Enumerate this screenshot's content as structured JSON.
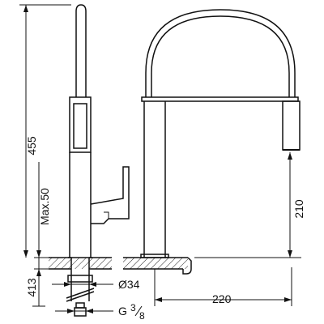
{
  "dimensions": {
    "total_height": "455",
    "handle_travel": "Max.50",
    "counter_thickness": "413",
    "diameter": "Ø34",
    "thread": "G",
    "thread_fraction_num": "3",
    "thread_fraction_den": "8",
    "reach": "220",
    "spout_clearance": "210"
  }
}
